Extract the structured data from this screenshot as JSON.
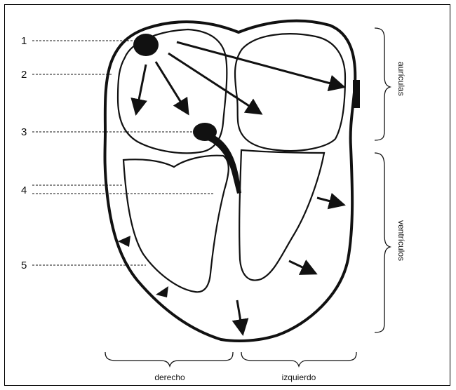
{
  "labels": {
    "n1": "1",
    "n2": "2",
    "n3": "3",
    "n4": "4",
    "n5": "5"
  },
  "right_labels": {
    "atria": "aurículas",
    "ventricles": "ventrículos"
  },
  "bottom_labels": {
    "right": "derecho",
    "left": "izquierdo"
  },
  "colors": {
    "ink": "#111111",
    "background": "#ffffff"
  }
}
